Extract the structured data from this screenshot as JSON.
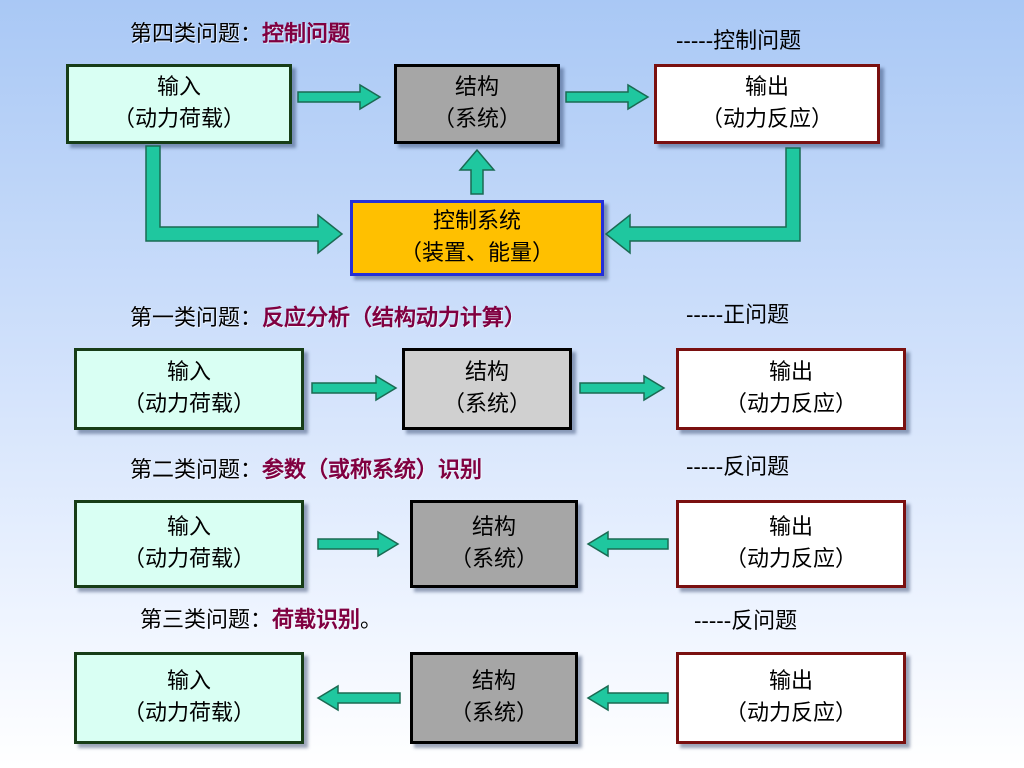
{
  "section4": {
    "heading_prefix": "第四类问题：",
    "heading_accent": "控制问题",
    "tag": "-----控制问题",
    "input": {
      "line1": "输入",
      "line2": "（动力荷载）"
    },
    "system": {
      "line1": "结构",
      "line2": "（系统）"
    },
    "output": {
      "line1": "输出",
      "line2": "（动力反应）"
    },
    "control": {
      "line1": "控制系统",
      "line2": "（装置、能量）"
    }
  },
  "section1": {
    "heading_prefix": "第一类问题：",
    "heading_accent": "反应分析（结构动力计算）",
    "tag": "-----正问题",
    "input": {
      "line1": "输入",
      "line2": "（动力荷载）"
    },
    "system": {
      "line1": "结构",
      "line2": "（系统）"
    },
    "output": {
      "line1": "输出",
      "line2": "（动力反应）"
    }
  },
  "section2": {
    "heading_prefix": "第二类问题：",
    "heading_accent": "参数（或称系统）识别",
    "tag": "-----反问题",
    "input": {
      "line1": "输入",
      "line2": "（动力荷载）"
    },
    "system": {
      "line1": "结构",
      "line2": "（系统）"
    },
    "output": {
      "line1": "输出",
      "line2": "（动力反应）"
    }
  },
  "section3": {
    "heading_prefix": "第三类问题：",
    "heading_accent": "荷载识别",
    "heading_suffix": "。",
    "tag": "-----反问题",
    "input": {
      "line1": "输入",
      "line2": "（动力荷载）"
    },
    "system": {
      "line1": "结构",
      "line2": "（系统）"
    },
    "output": {
      "line1": "输出",
      "line2": "（动力反应）"
    }
  },
  "colors": {
    "accent": "#800040",
    "arrow_fill": "#1fc79f",
    "input_fill": "#d9fff3",
    "system_fill": "#a6a6a6",
    "control_fill": "#ffc000"
  }
}
